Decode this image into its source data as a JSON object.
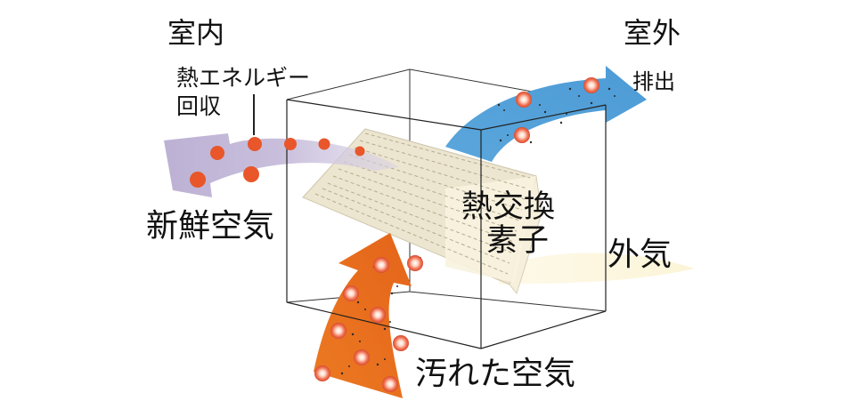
{
  "labels": {
    "indoor": "室内",
    "outdoor": "室外",
    "heat_recovery_line1": "熱エネルギー",
    "heat_recovery_line2": "回収",
    "exhaust": "排出",
    "fresh_air": "新鮮空気",
    "element_line1": "熱交換",
    "element_line2": "素子",
    "outside_air": "外気",
    "dirty_air": "汚れた空気"
  },
  "colors": {
    "fresh_air_arrow": "#c9bfdc",
    "exhaust_arrow": "#5aa6dc",
    "dirty_air_arrow": "#e8701c",
    "outside_air_arrow": "#fbf3d3",
    "heat_dot": "#e8562a",
    "particle": "#2a2a2a"
  }
}
